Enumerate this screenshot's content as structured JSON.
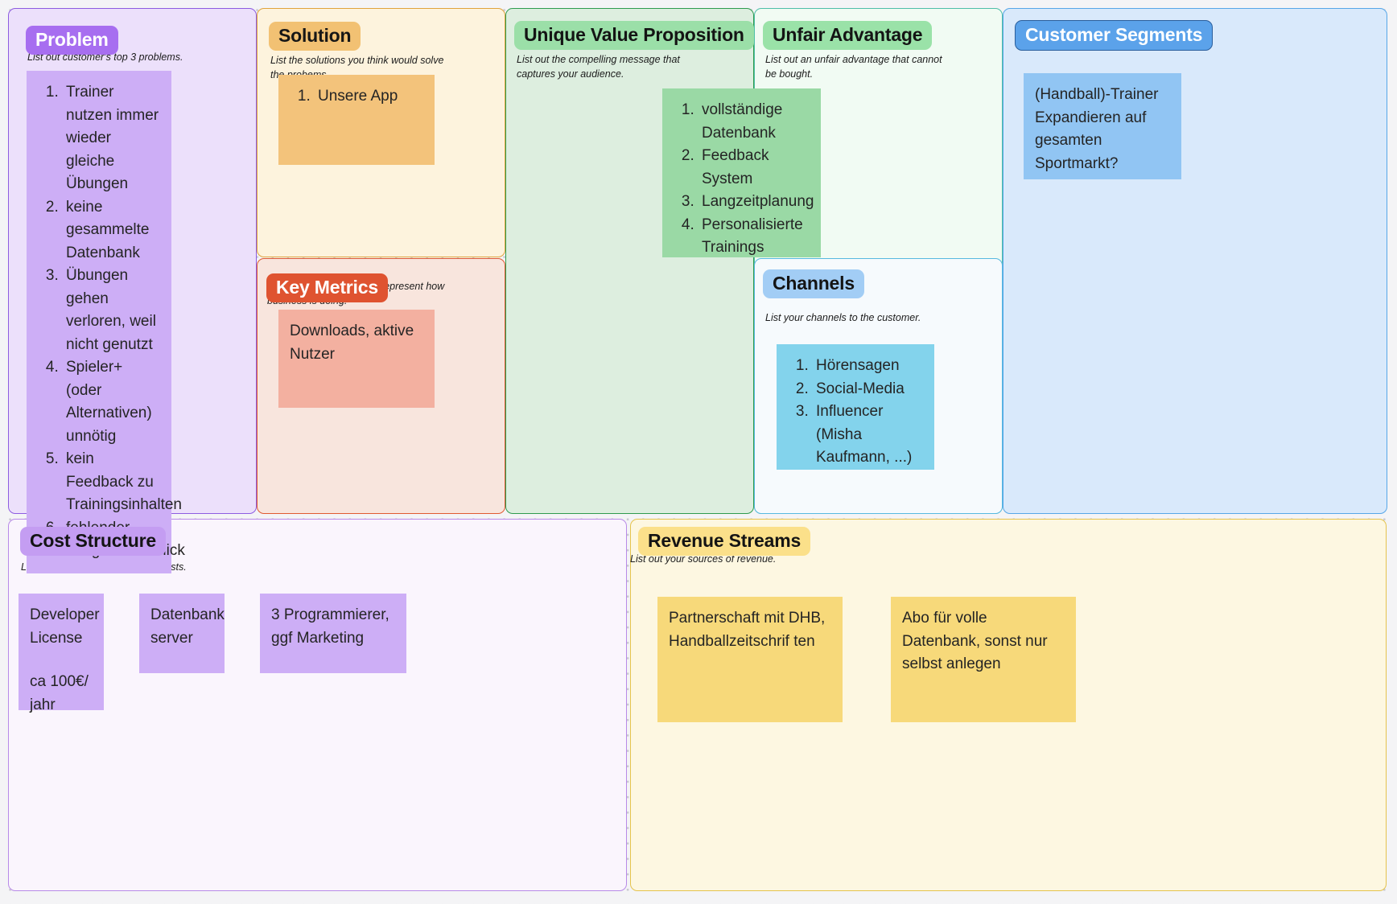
{
  "canvas": {
    "background_color": "#f4f4f6",
    "dot_color": "#c9c9d1"
  },
  "blocks": {
    "problem": {
      "title": "Problem",
      "description": "List out customer's top 3 problems.",
      "badge_bg": "#a76ef0",
      "panel_bg": "#ece0fb",
      "note_bg": "#cdaef6",
      "items": [
        "Trainer nutzen immer wieder gleiche Übungen",
        "keine gesammelte Datenbank",
        "Übungen gehen verloren, weil nicht genutzt",
        "Spieler+ (oder Alternativen) unnötig",
        "kein Feedback zu Trainingsinhalten",
        "fehlender Langzeitüberblick"
      ]
    },
    "solution": {
      "title": "Solution",
      "description": "List the solutions you think would solve the probems.",
      "badge_bg": "#f2c173",
      "panel_bg": "#fdf3dd",
      "note_bg": "#f3c37b",
      "items": [
        "Unsere App"
      ]
    },
    "key_metrics": {
      "title": "Key Metrics",
      "description": "List out the numbers that represent how business is doing.",
      "badge_bg": "#df5330",
      "panel_bg": "#f8e5dd",
      "note_bg": "#f3b0a0",
      "note_text": "Downloads, aktive Nutzer"
    },
    "unique_value_proposition": {
      "title": "Unique Value Proposition",
      "description": "List out the compelling message that captures your audience.",
      "badge_bg": "#9bdfa8",
      "panel_bg": "#ddeedf",
      "note_bg": "#9ad9a5",
      "items": [
        "vollständige Datenbank",
        "Feedback System",
        "Langzeitplanung",
        "Personalisierte Trainings"
      ]
    },
    "unfair_advantage": {
      "title": "Unfair Advantage",
      "description": "List out an unfair advantage that cannot be bought.",
      "badge_bg": "#9ae2a8",
      "panel_bg": "#f1fbf3"
    },
    "channels": {
      "title": "Channels",
      "description": "List your channels to the customer.",
      "badge_bg": "#a2cdf5",
      "panel_bg": "#f6fafd",
      "note_bg": "#83d3ec",
      "items": [
        "Hörensagen",
        "Social-Media",
        "Influencer (Misha Kaufmann, ...)"
      ]
    },
    "customer_segments": {
      "title": "Customer Segments",
      "description": "",
      "badge_bg": "#5ba2ea",
      "panel_bg": "#d9e9fb",
      "note_bg": "#91c5f3",
      "note_text": "(Handball)-Trainer Expandieren auf gesamten Sportmarkt?"
    },
    "cost_structure": {
      "title": "Cost Structure",
      "description": "List out your fixed and variable costs.",
      "badge_bg": "#c49df2",
      "panel_bg": "#faf5fd",
      "note_bg": "#cdaef6",
      "notes": [
        {
          "line1": "Developer License",
          "line2": "ca 100€/ jahr"
        },
        {
          "line1": "Datenbank server",
          "line2": ""
        },
        {
          "line1": "3 Programmierer, ggf Marketing",
          "line2": ""
        }
      ]
    },
    "revenue_streams": {
      "title": "Revenue Streams",
      "description": "List out your sources of revenue.",
      "badge_bg": "#fbe08a",
      "panel_bg": "#fdf7e1",
      "note_bg": "#f7d97a",
      "notes": [
        "Partnerschaft mit DHB, Handballzeitschrif ten",
        "Abo für volle Datenbank, sonst nur selbst anlegen"
      ]
    }
  }
}
